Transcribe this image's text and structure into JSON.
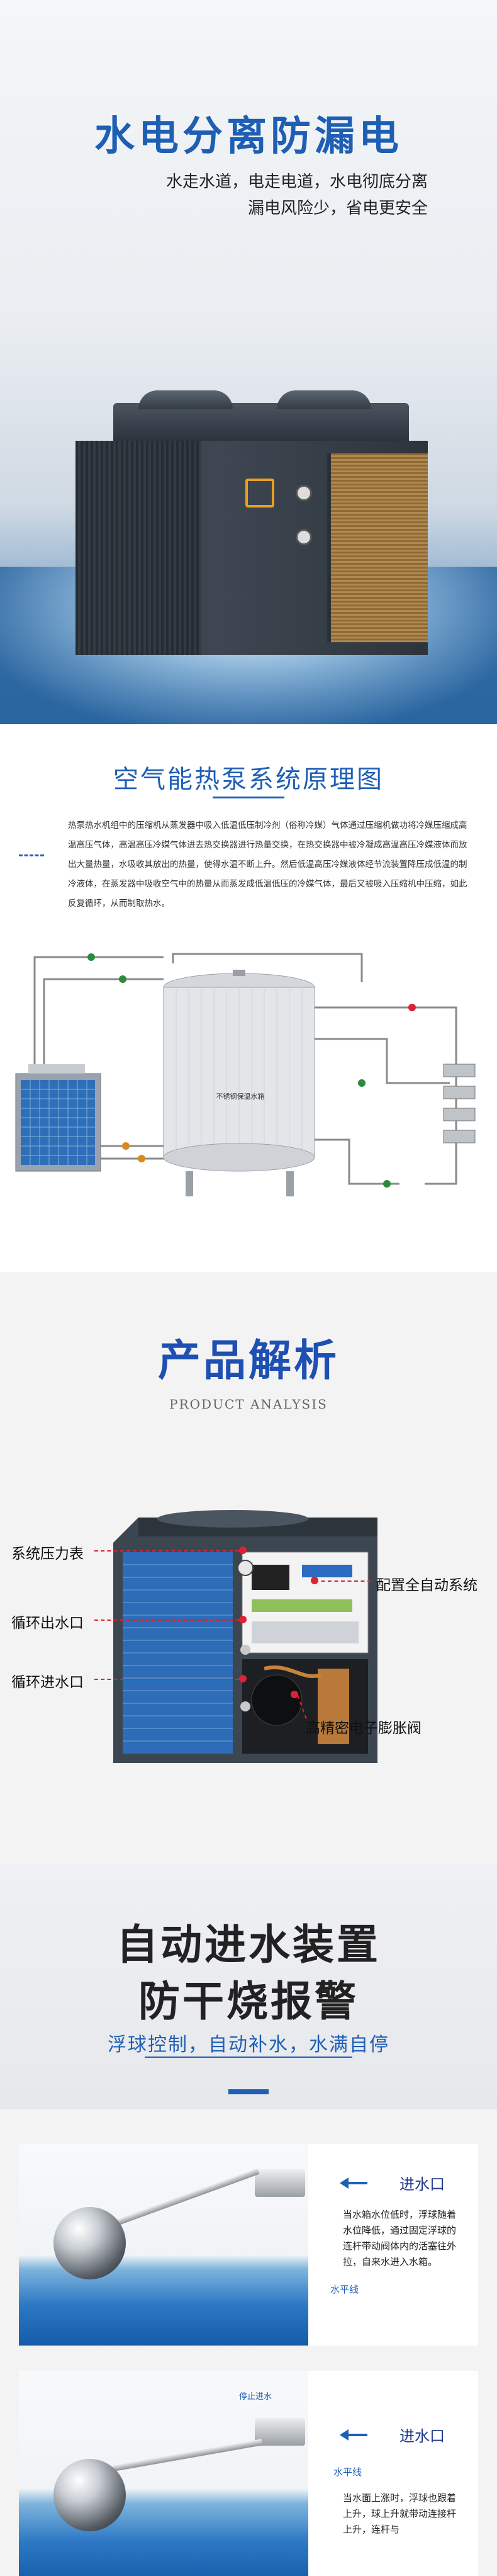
{
  "hero": {
    "title": "水电分离防漏电",
    "sub_line1": "水走水道，电走电道，水电彻底分离",
    "sub_line2": "漏电风险少，省电更安全"
  },
  "principle": {
    "title": "空气能热泵系统原理图",
    "body": "热泵热水机组中的压缩机从蒸发器中吸入低温低压制冷剂（俗称冷媒）气体通过压缩机做功将冷媒压缩成高温高压气体，高温高压冷媒气体进去热交换器进行热量交换，在热交换器中被冷凝成高温高压冷媒液体而放出大量热量，水吸收其放出的热量，使得水温不断上升。然后低温高压冷媒液体经节流装置降压成低温的制冷液体，在蒸发器中吸收空气中的热量从而蒸发成低温低压的冷媒气体，最后又被吸入压缩机中压缩，如此反复循环，从而制取热水。",
    "tank_label": "不锈钢保温水箱"
  },
  "analysis": {
    "title": "产品解析",
    "subtitle": "PRODUCT ANALYSIS",
    "callouts": {
      "gauge": "系统压力表",
      "control": "配置全自动系统",
      "outlet": "循环出水口",
      "inlet": "循环进水口",
      "valve": "高精密电子膨胀阀"
    }
  },
  "inlet": {
    "title_line1": "自动进水装置",
    "title_line2": "防干烧报警",
    "subtitle": "浮球控制，自动补水，水满自停",
    "card1": {
      "label": "进水口",
      "desc": "当水箱水位低时，浮球随着水位降低，通过固定浮球的连杆带动阀体内的活塞往外拉，自来水进入水箱。",
      "water_line": "水平线"
    },
    "card2": {
      "label": "进水口",
      "water_line": "水平线",
      "desc": "当水面上涨时，浮球也跟着上升，球上升就带动连接杆上升，连杆与",
      "stop_label": "停止进水"
    }
  },
  "colors": {
    "brand_blue": "#1e5fb4",
    "callout_red": "#dd2233"
  }
}
